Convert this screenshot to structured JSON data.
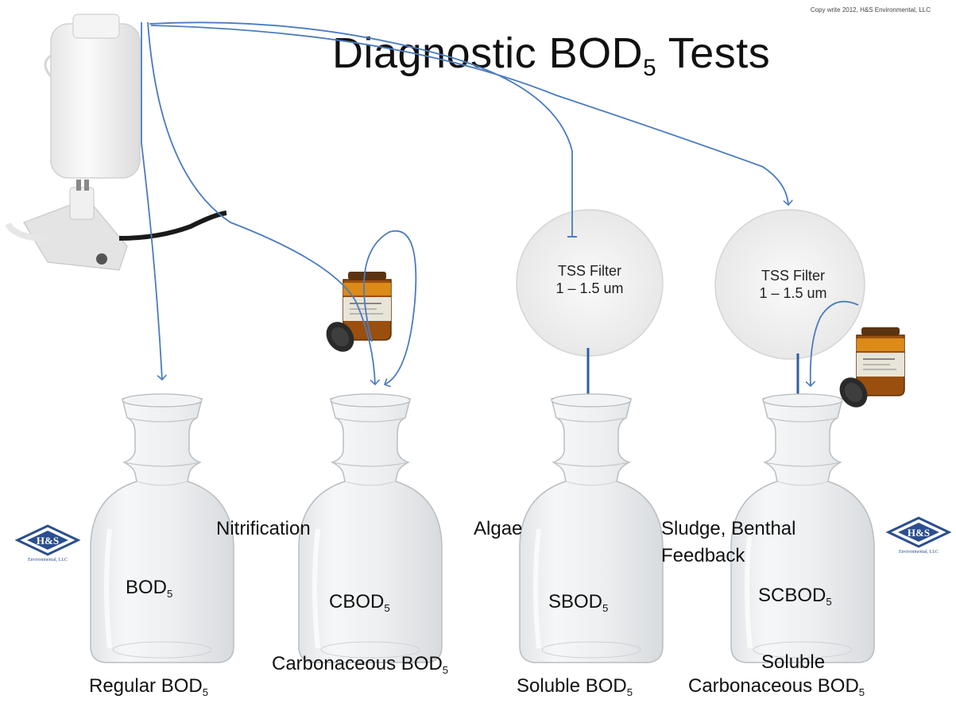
{
  "copyright": "Copy write 2012, H&S Environmental, LLC",
  "title": {
    "main": "Diagnostic BOD",
    "sub": "5",
    "tail": " Tests"
  },
  "filters": [
    {
      "line1": "TSS  Filter",
      "line2": "1 – 1.5 um"
    },
    {
      "line1": "TSS  Filter",
      "line2": "1 – 1.5 um"
    }
  ],
  "annotations": {
    "nitrification": "Nitrification",
    "algae": "Algae",
    "sludge": "Sludge, Benthal",
    "feedback": "Feedback"
  },
  "bottles": [
    {
      "code": "BOD",
      "caption_prefix": "Regular ",
      "caption_main": "BOD",
      "caption_line1": ""
    },
    {
      "code": "CBOD",
      "caption_prefix": "Carbonaceous ",
      "caption_main": "BOD",
      "caption_line1": ""
    },
    {
      "code": "SBOD",
      "caption_prefix": "Soluble ",
      "caption_main": "BOD",
      "caption_line1": ""
    },
    {
      "code": "SCBOD",
      "caption_prefix": "Carbonaceous ",
      "caption_main": "BOD",
      "caption_line1": "Soluble"
    }
  ],
  "subscript": "5",
  "logo": {
    "text": "H&S",
    "caption": "Environmental, LLC"
  },
  "colors": {
    "arrow": "#4a7bbf",
    "logo": "#2b4f8f",
    "amber": "#8a4a10"
  }
}
